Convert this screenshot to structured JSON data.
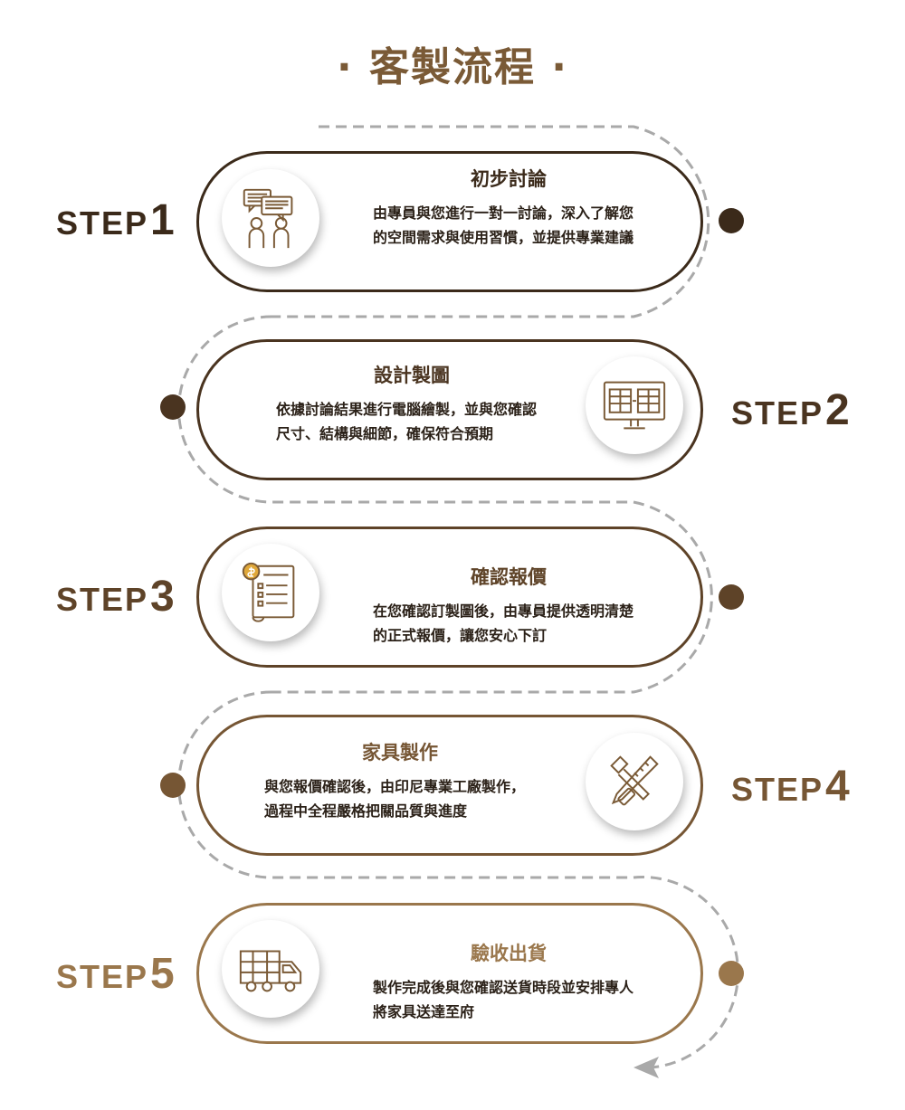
{
  "title": "· 客製流程 ·",
  "steps": [
    {
      "word": "STEP",
      "num": "1",
      "title": "初步討論",
      "desc": "由專員與您進行一對一討論，深入了解您的空間需求與使用習慣，並提供專業建議",
      "color": "#3b2a1a",
      "icon": "chat-people-icon"
    },
    {
      "word": "STEP",
      "num": "2",
      "title": "設計製圖",
      "desc": "依據討論結果進行電腦繪製，並與您確認尺寸、結構與細節，確保符合預期",
      "color": "#4a3420",
      "icon": "computer-drawing-icon"
    },
    {
      "word": "STEP",
      "num": "3",
      "title": "確認報價",
      "desc": "在您確認訂製圖後，由專員提供透明清楚的正式報價，讓您安心下訂",
      "color": "#5e4328",
      "icon": "quote-document-icon"
    },
    {
      "word": "STEP",
      "num": "4",
      "title": "家具製作",
      "desc": "與您報價確認後，由印尼專業工廠製作，過程中全程嚴格把關品質與進度",
      "color": "#765634",
      "icon": "tools-icon"
    },
    {
      "word": "STEP",
      "num": "5",
      "title": "驗收出貨",
      "desc": "製作完成後與您確認送貨時段並安排專人將家具送達至府",
      "color": "#9a774c",
      "icon": "delivery-truck-icon"
    }
  ],
  "colors": {
    "title": "#7a5a36",
    "path": "#a9a9a9"
  }
}
